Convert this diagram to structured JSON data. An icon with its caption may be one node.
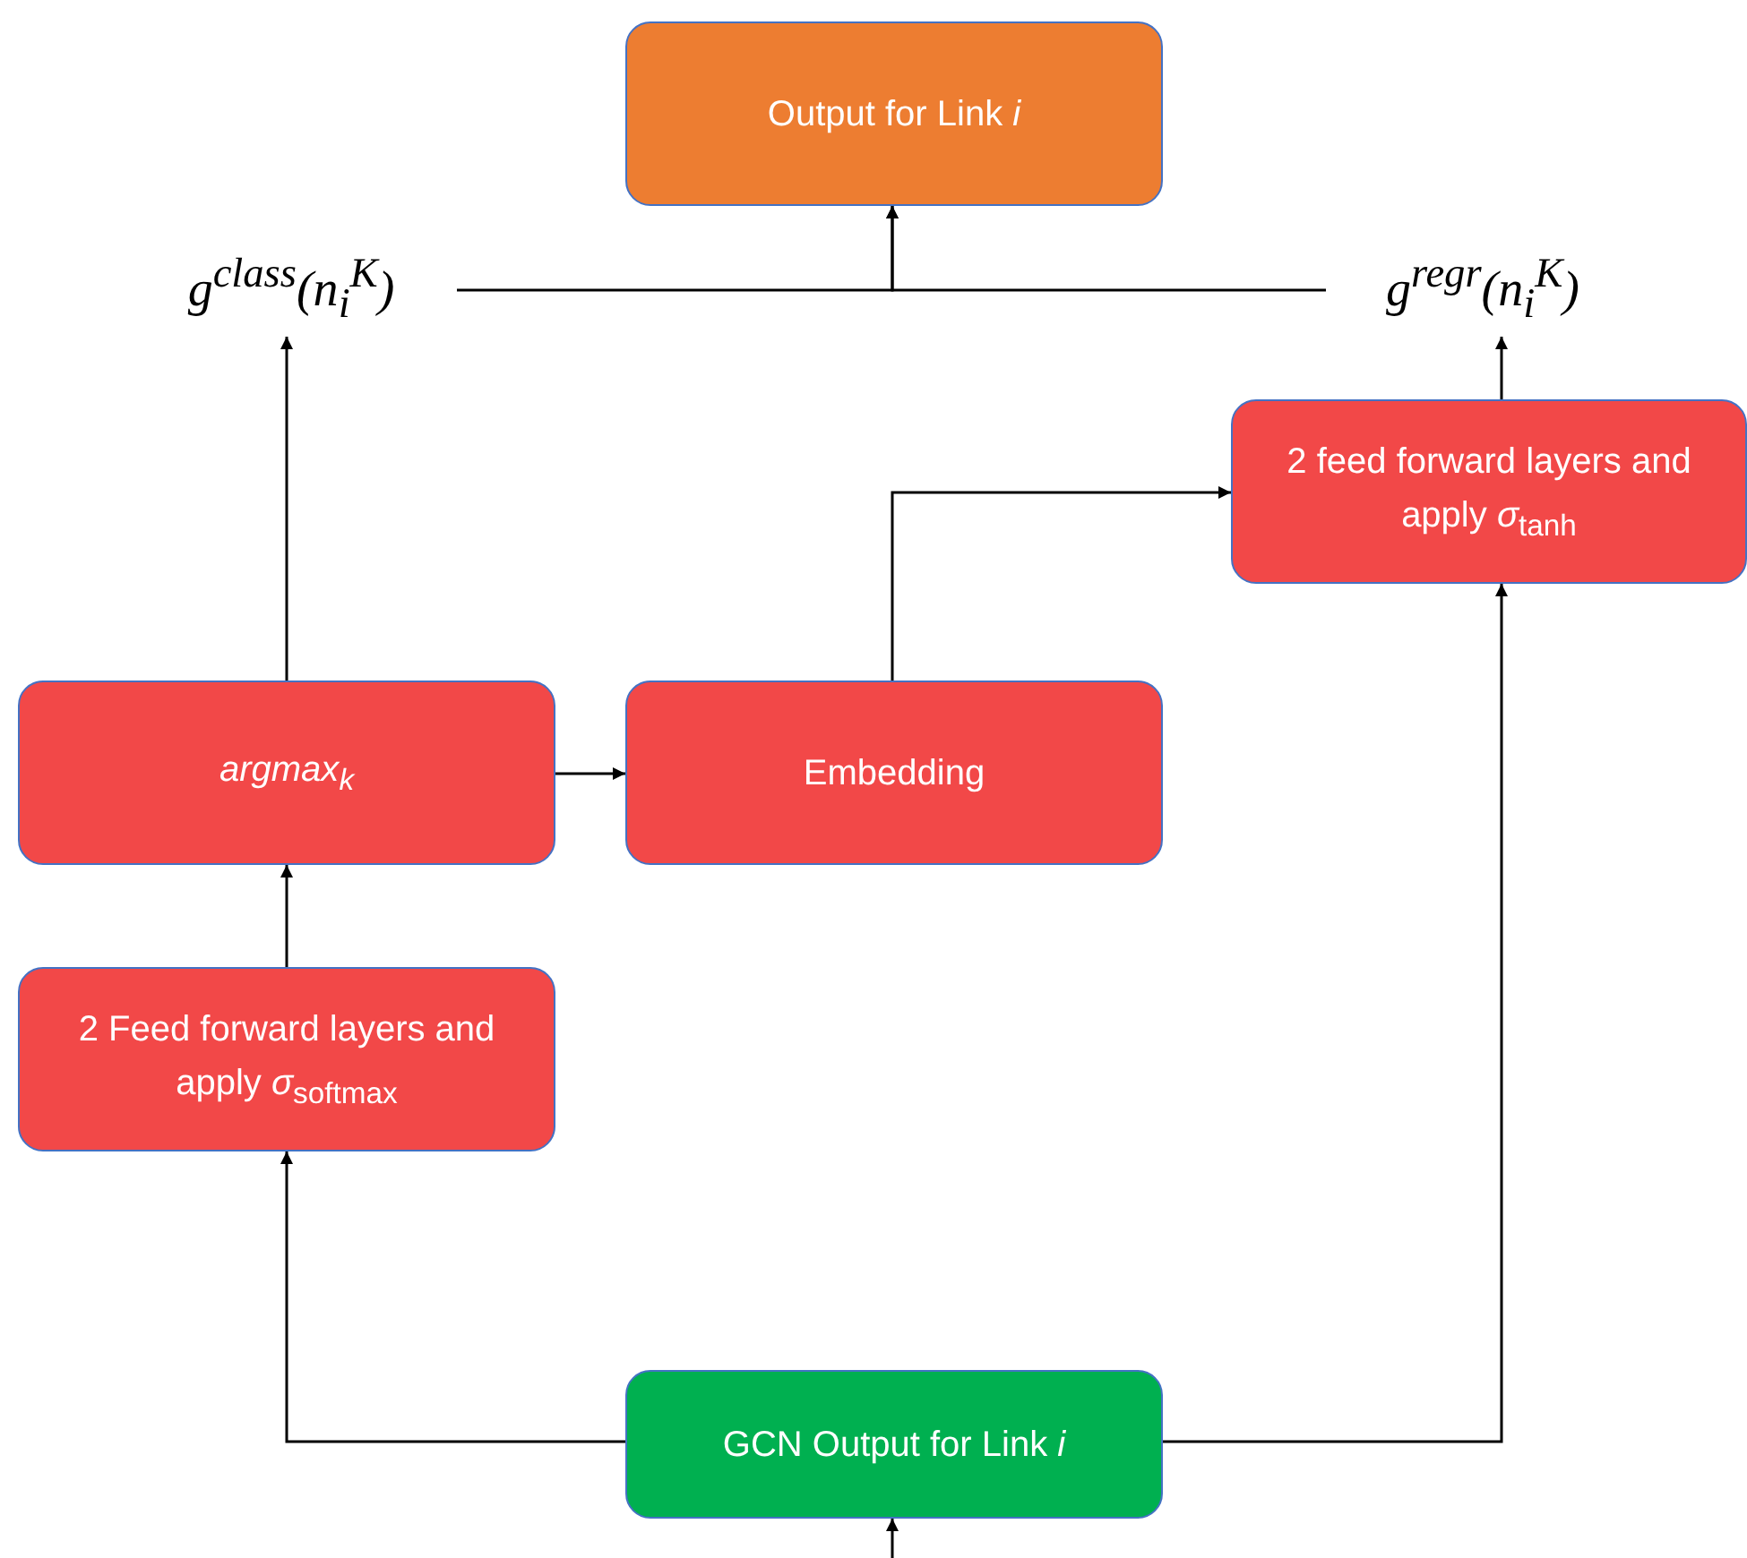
{
  "diagram": {
    "nodes": [
      {
        "text": [
          "Output for Link *i*"
        ]
      },
      {
        "text": [
          "g$^{class}$(n$_{i}$$^{K}$)"
        ]
      },
      {
        "text": [
          "g$^{regr}$(n$_{i}$$^{K}$)"
        ]
      },
      {
        "text": [
          "2 feed forward layers and apply *σ*$_{tanh}$"
        ]
      },
      {
        "text": [
          "argmax$_{k}$"
        ]
      },
      {
        "text": [
          "Embedding"
        ]
      },
      {
        "text": [
          "2 Feed forward layers and apply *σ*$_{softmax}$"
        ]
      },
      {
        "text": [
          "GCN Output for Link *i*"
        ]
      }
    ],
    "edges": [
      {
        "from": 7,
        "to": 6,
        "arrow": "to"
      },
      {
        "from": 7,
        "to": 3,
        "arrow": "to"
      },
      {
        "from": null,
        "to": 7,
        "arrow": "to"
      },
      {
        "from": 6,
        "to": 4,
        "arrow": "to"
      },
      {
        "from": 4,
        "to": 5,
        "arrow": "to"
      },
      {
        "from": 4,
        "to": 1,
        "arrow": "to"
      },
      {
        "from": 5,
        "to": 3,
        "arrow": "to"
      },
      {
        "from": 3,
        "to": 2,
        "arrow": "to"
      },
      {
        "from": 1,
        "to": 0,
        "arrow": "to"
      },
      {
        "from": 2,
        "to": 0,
        "arrow": "to"
      }
    ]
  }
}
